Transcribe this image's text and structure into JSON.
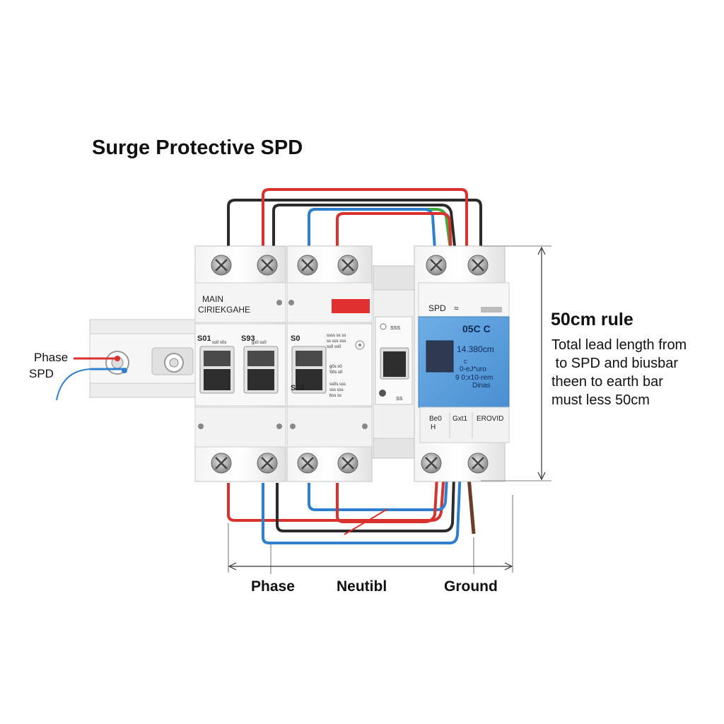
{
  "title": "Surge Protective SPD",
  "rule": {
    "heading": "50cm rule",
    "lines": [
      "Total lead length from",
      " to SPD and biusbar",
      "theen to earth bar",
      "must less 50cm"
    ]
  },
  "input_labels": {
    "phase": "Phase",
    "spd": "SPD"
  },
  "bottom_labels": {
    "phase": "Phase",
    "neutral": "Neutibl",
    "ground": "Ground"
  },
  "breaker_main": {
    "label_line1": "MAIN",
    "label_line2": "CIRIEKGAHE",
    "pole1_code": "S01",
    "pole2_code": "S93",
    "pole1_small": "ss0 s0s",
    "pole2_small": "gs0 ss0"
  },
  "breaker_second": {
    "code_top": "S0",
    "code_bottom": "S10",
    "small1": "ssss ss ss",
    "small2": "ss sss sss",
    "small3": "ss0 ss0",
    "small4": "g0s s0",
    "small5": "S0s s0",
    "small6": "ss0s sss",
    "small7": "sss sss",
    "small8": "bss ss"
  },
  "mini_module": {
    "code": "SSS",
    "bottom": "SS"
  },
  "spd_module": {
    "tab1": "SPD",
    "tab2": "≈",
    "header": "05C C",
    "display": "14.380cm",
    "line2": "0-eJ*uro",
    "line3": "9 0;x10-rem",
    "line4": "Dinas",
    "small_c": "C",
    "bottom1a": "Be0",
    "bottom1b": "H",
    "bottom2": "Gxt1",
    "bottom3": "EROVID"
  },
  "colors": {
    "phase_wire": "#d9322e",
    "neutral_wire": "#2f7fcf",
    "earth_wire": "#3faa3a",
    "black_wire": "#2b2b2b",
    "brown_wire": "#6b3c2a",
    "spd_body": "#5b9fde",
    "indicator": "#e03030",
    "breaker_body": "#ececec"
  }
}
